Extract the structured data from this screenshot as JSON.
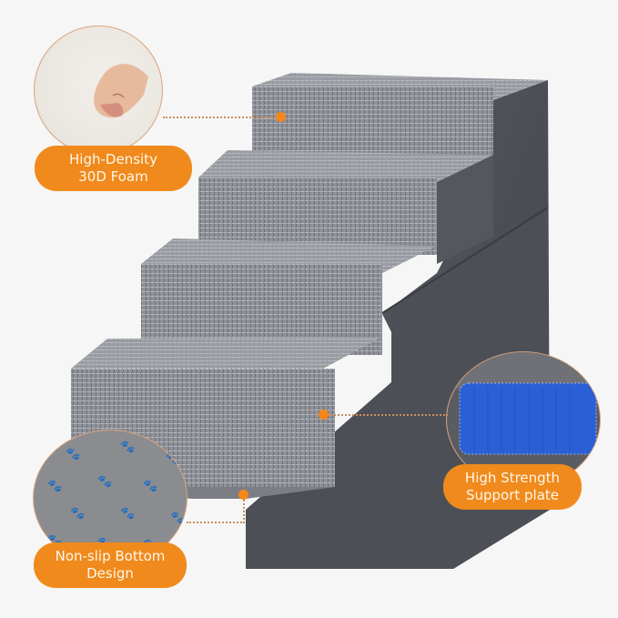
{
  "product": {
    "name": "4-step pet stairs",
    "colors": {
      "fabric": "#8e9097",
      "fabric_dark": "#5d6068",
      "side_panel": "#4f5159",
      "accent_orange": "#f08a1c",
      "callout_line": "#c98f5d",
      "support_plate_blue": "#2a5fd6",
      "background": "#f6f6f6"
    }
  },
  "callouts": [
    {
      "id": "foam",
      "line1": "High-Density",
      "line2": "30D Foam",
      "inset_image": "fist-pressing-foam"
    },
    {
      "id": "support",
      "line1": "High Strength",
      "line2": "Support plate",
      "inset_image": "blue-support-plate"
    },
    {
      "id": "bottom",
      "line1": "Non-slip Bottom",
      "line2": "Design",
      "inset_image": "paw-print-non-slip-bottom"
    }
  ]
}
